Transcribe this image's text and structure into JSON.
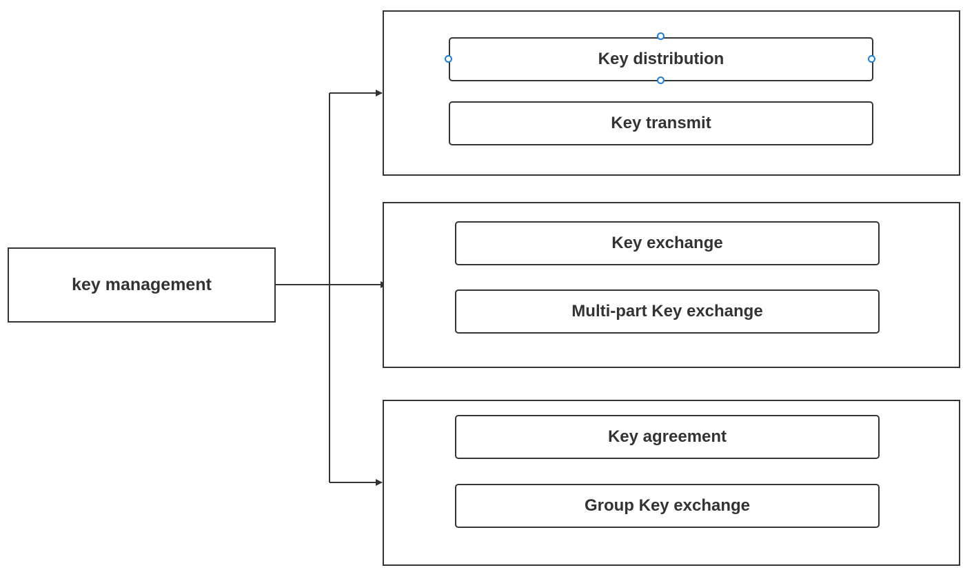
{
  "root": {
    "label": "key management"
  },
  "groups": [
    {
      "items": [
        {
          "label": "Key distribution"
        },
        {
          "label": "Key transmit"
        }
      ]
    },
    {
      "items": [
        {
          "label": "Key exchange"
        },
        {
          "label": "Multi-part Key exchange"
        }
      ]
    },
    {
      "items": [
        {
          "label": "Key agreement"
        },
        {
          "label": "Group Key exchange"
        }
      ]
    }
  ],
  "selection": {
    "selected_item": "Key distribution",
    "handle_color": "#1a7fe0"
  },
  "colors": {
    "stroke": "#333333",
    "text": "#333333",
    "background": "#ffffff"
  }
}
